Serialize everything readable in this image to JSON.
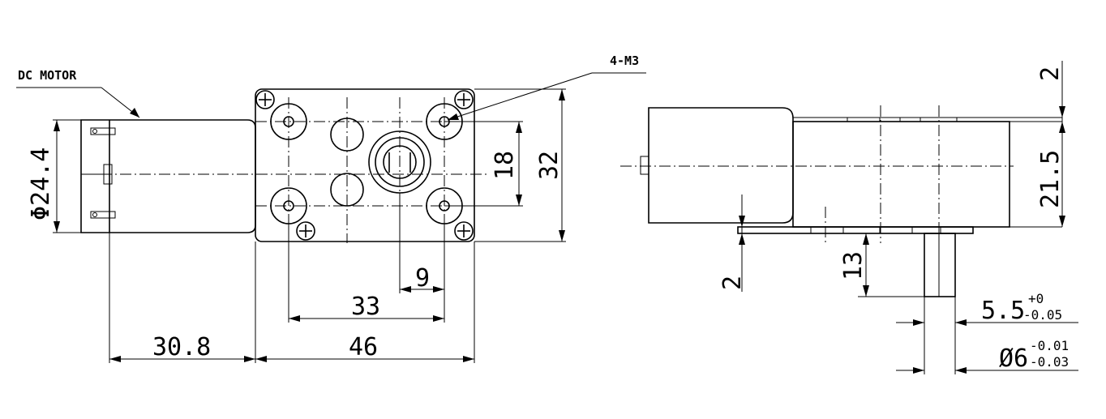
{
  "labels": {
    "dc_motor": "DC MOTOR",
    "holes": "4-M3",
    "motor_diameter": "Φ24.4",
    "hole_spacing_vertical": "18",
    "gearbox_height": "32",
    "shaft_offset": "9",
    "hole_spacing_horizontal": "33",
    "motor_length": "30.8",
    "gearbox_width": "46",
    "top_gap": "2",
    "side_height": "21.5",
    "bottom_gap": "2",
    "shaft_length": "13",
    "flat_main": "5.5",
    "flat_upper": "+0",
    "flat_lower": "-0.05",
    "shaft_main": "Ø6",
    "shaft_upper": "-0.01",
    "shaft_lower": "-0.03"
  }
}
